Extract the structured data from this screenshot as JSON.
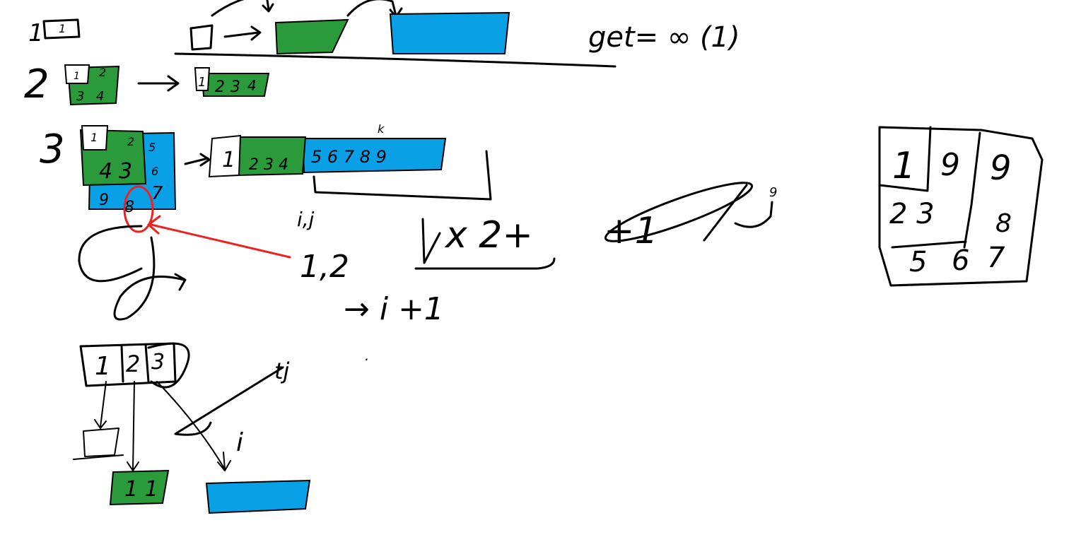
{
  "colors": {
    "ink": "#000000",
    "green": "#2a9a3a",
    "blue": "#0aa0e6",
    "red": "#ee2020",
    "background": "#ffffff"
  },
  "labels": {
    "row1_number": "1",
    "row1_box_digit": "1",
    "get_formula": "get= ∞ (1)",
    "row2_number": "2",
    "row2_block": [
      "1",
      "2",
      "3",
      "4"
    ],
    "row2_result": [
      "1",
      "2",
      "3",
      "4"
    ],
    "row3_number": "3",
    "row3_block": [
      "1",
      "2",
      "5",
      "4",
      "3",
      "6",
      "9",
      "8",
      "7"
    ],
    "row3_result_seg1": "1",
    "row3_result_seg2": "2 3 4",
    "row3_result_seg3": "5 6 7 8 9",
    "row3_k_mark": "k",
    "index_ij": "i,j",
    "index_12": "1,2",
    "arrow_i1": "→ i +1",
    "mult_expr": "x 2+",
    "scribble_mark": "+1",
    "scribble_exp": "9",
    "grid_cells": [
      "1",
      "9",
      "9",
      "2 3",
      "8",
      "5",
      "6",
      "7"
    ],
    "bottom_boxes": [
      "1",
      "2",
      "3"
    ],
    "bottom_green": "1 1",
    "bottom_tj": "tj",
    "bottom_i": "i"
  }
}
